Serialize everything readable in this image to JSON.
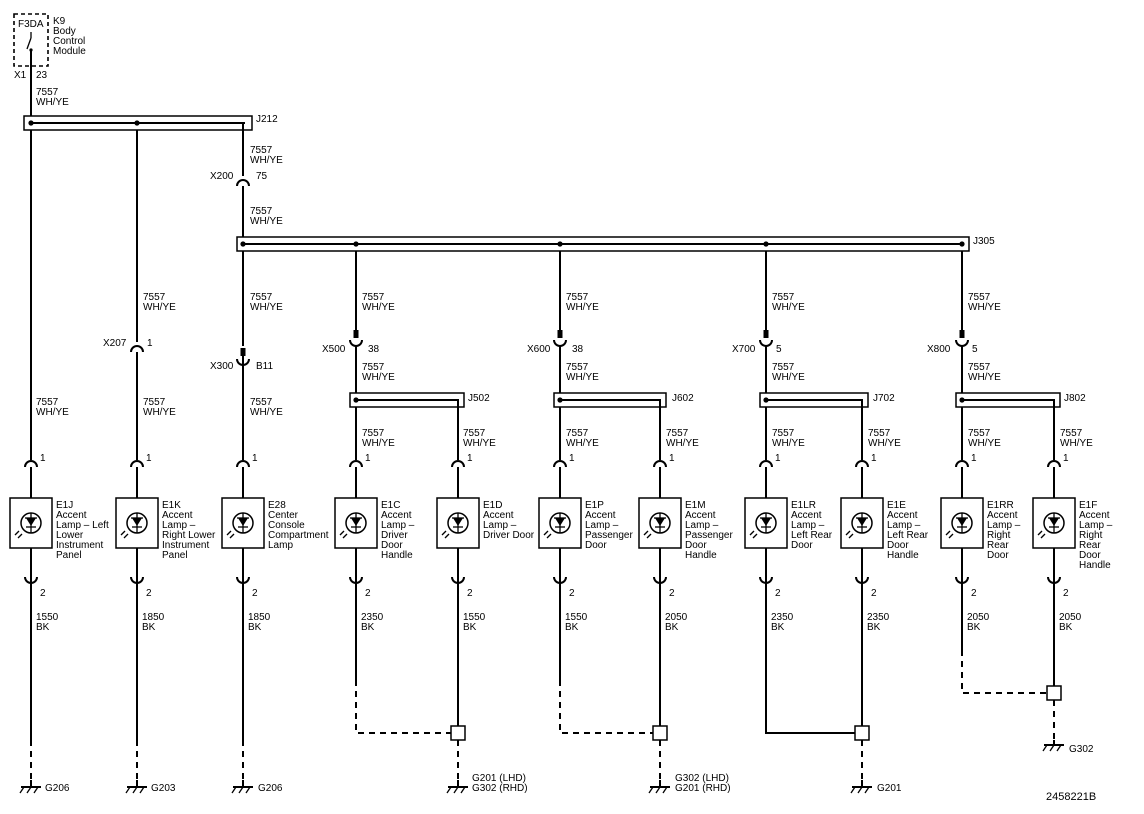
{
  "module": {
    "fuse": "F3DA",
    "name_lines": [
      "K9",
      "Body",
      "Control",
      "Module"
    ],
    "connector": "X1",
    "pin": "23"
  },
  "wire_label": [
    "7557",
    "WH/YE"
  ],
  "splices": {
    "j212": "J212",
    "j305": "J305",
    "j502": "J502",
    "j602": "J602",
    "j702": "J702",
    "j802": "J802"
  },
  "inline_connectors": {
    "x200": {
      "name": "X200",
      "pin": "75"
    },
    "x207": {
      "name": "X207",
      "pin": "1"
    },
    "x300": {
      "name": "X300",
      "pin": "B11"
    },
    "x500": {
      "name": "X500",
      "pin": "38"
    },
    "x600": {
      "name": "X600",
      "pin": "38"
    },
    "x700": {
      "name": "X700",
      "pin": "5"
    },
    "x800": {
      "name": "X800",
      "pin": "5"
    }
  },
  "lamps": [
    {
      "id": "E1J",
      "lines": [
        "Accent",
        "Lamp – Left",
        "Lower",
        "Instrument",
        "Panel"
      ],
      "pin_in": "1",
      "pin_out": "2",
      "ground_wire": [
        "1550",
        "BK"
      ]
    },
    {
      "id": "E1K",
      "lines": [
        "Accent",
        "Lamp –",
        "Right Lower",
        "Instrument",
        "Panel"
      ],
      "pin_in": "1",
      "pin_out": "2",
      "ground_wire": [
        "1850",
        "BK"
      ]
    },
    {
      "id": "E28",
      "lines": [
        "Center",
        "Console",
        "Compartment",
        "Lamp"
      ],
      "pin_in": "1",
      "pin_out": "2",
      "ground_wire": [
        "1850",
        "BK"
      ]
    },
    {
      "id": "E1C",
      "lines": [
        "Accent",
        "Lamp –",
        "Driver",
        "Door",
        "Handle"
      ],
      "pin_in": "1",
      "pin_out": "2",
      "ground_wire": [
        "2350",
        "BK"
      ]
    },
    {
      "id": "E1D",
      "lines": [
        "Accent",
        "Lamp –",
        "Driver Door"
      ],
      "pin_in": "1",
      "pin_out": "2",
      "ground_wire": [
        "1550",
        "BK"
      ]
    },
    {
      "id": "E1P",
      "lines": [
        "Accent",
        "Lamp –",
        "Passenger",
        "Door"
      ],
      "pin_in": "1",
      "pin_out": "2",
      "ground_wire": [
        "1550",
        "BK"
      ]
    },
    {
      "id": "E1M",
      "lines": [
        "Accent",
        "Lamp –",
        "Passenger",
        "Door",
        "Handle"
      ],
      "pin_in": "1",
      "pin_out": "2",
      "ground_wire": [
        "2050",
        "BK"
      ]
    },
    {
      "id": "E1LR",
      "lines": [
        "Accent",
        "Lamp –",
        "Left Rear",
        "Door"
      ],
      "pin_in": "1",
      "pin_out": "2",
      "ground_wire": [
        "2350",
        "BK"
      ]
    },
    {
      "id": "E1E",
      "lines": [
        "Accent",
        "Lamp –",
        "Left Rear",
        "Door",
        "Handle"
      ],
      "pin_in": "1",
      "pin_out": "2",
      "ground_wire": [
        "2350",
        "BK"
      ]
    },
    {
      "id": "E1RR",
      "lines": [
        "Accent",
        "Lamp –",
        "Right",
        "Rear",
        "Door"
      ],
      "pin_in": "1",
      "pin_out": "2",
      "ground_wire": [
        "2050",
        "BK"
      ]
    },
    {
      "id": "E1F",
      "lines": [
        "Accent",
        "Lamp –",
        "Right",
        "Rear",
        "Door",
        "Handle"
      ],
      "pin_in": "1",
      "pin_out": "2",
      "ground_wire": [
        "2050",
        "BK"
      ]
    }
  ],
  "grounds": {
    "g1": [
      "G206"
    ],
    "g2": [
      "G203"
    ],
    "g3": [
      "G206"
    ],
    "g4": [
      "G201 (LHD)",
      "G302 (RHD)"
    ],
    "g5": [
      "G302 (LHD)",
      "G201 (RHD)"
    ],
    "g6": [
      "G201"
    ],
    "g7": [
      "G302"
    ]
  },
  "figure_id": "2458221B"
}
